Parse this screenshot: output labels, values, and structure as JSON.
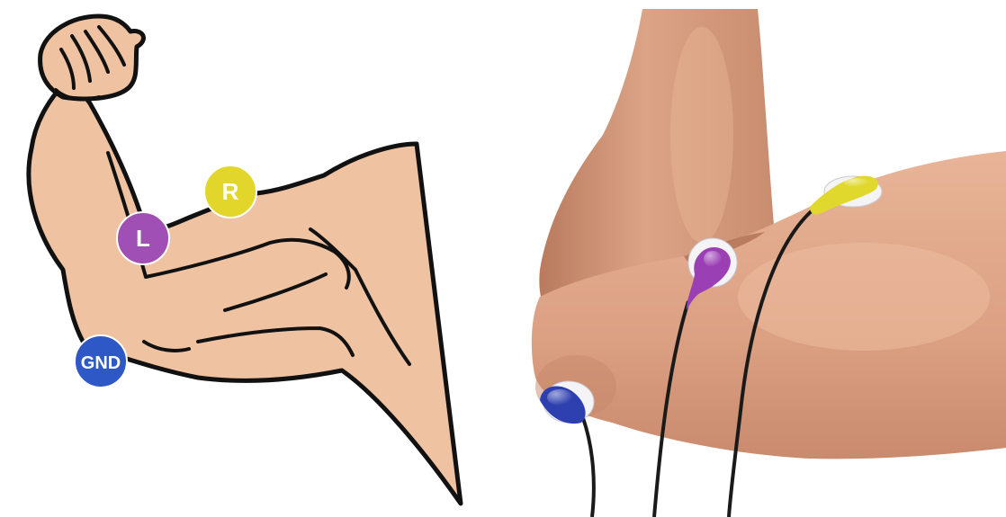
{
  "electrodes": [
    {
      "id": "R",
      "label": "R",
      "color": "#e3d62b"
    },
    {
      "id": "L",
      "label": "L",
      "color": "#a04fb4"
    },
    {
      "id": "GND",
      "label": "GND",
      "color": "#2e58c5"
    }
  ],
  "colors": {
    "skin_illustration": "#efc3a2",
    "outline": "#111111",
    "skin_photo_light": "#e9b79a",
    "skin_photo_mid": "#d79a7b",
    "skin_photo_shadow": "#b57559",
    "electrode_pad": "#f4f4f6",
    "cable": "#1a1a1a",
    "background": "#ffffff"
  }
}
